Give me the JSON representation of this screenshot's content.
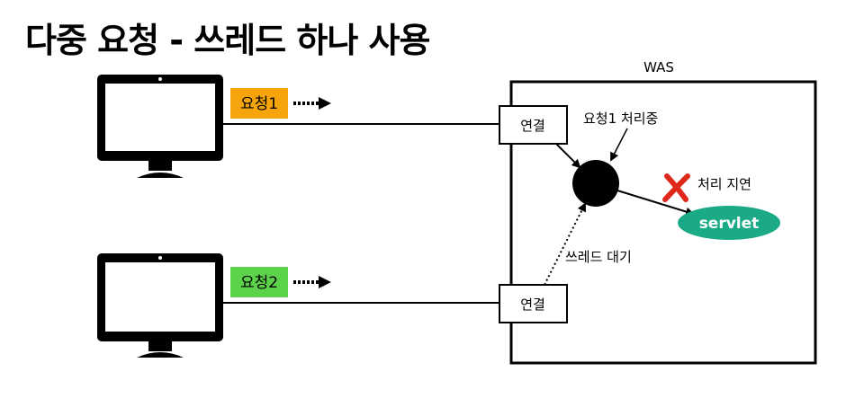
{
  "title": "다중 요청 - 쓰레드 하나 사용",
  "was_label": "WAS",
  "requests": [
    {
      "label": "요청1",
      "color": "#f5a40c"
    },
    {
      "label": "요청2",
      "color": "#5cd14a"
    }
  ],
  "connection_label": "연결",
  "thread_processing_label": "요청1 처리중",
  "thread_waiting_label": "쓰레드 대기",
  "delay_label": "처리 지연",
  "servlet_label": "servlet",
  "colors": {
    "servlet_fill": "#1aaa86",
    "delay_x": "#e0271b"
  }
}
